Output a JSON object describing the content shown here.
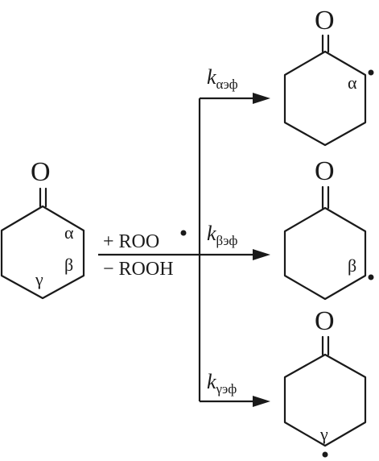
{
  "reactant": {
    "atom": "O",
    "positions": {
      "alpha": "α",
      "beta": "β",
      "gamma": "γ"
    }
  },
  "reagents": {
    "add": "+ ROO",
    "remove": "− ROOH"
  },
  "rate_constants": {
    "alpha": {
      "k": "k",
      "sub": "αэф"
    },
    "beta": {
      "k": "k",
      "sub": "βэф"
    },
    "gamma": {
      "k": "k",
      "sub": "γэф"
    }
  },
  "products": {
    "alpha": {
      "atom": "O",
      "position": "α"
    },
    "beta": {
      "atom": "O",
      "position": "β"
    },
    "gamma": {
      "atom": "O",
      "position": "γ"
    }
  }
}
